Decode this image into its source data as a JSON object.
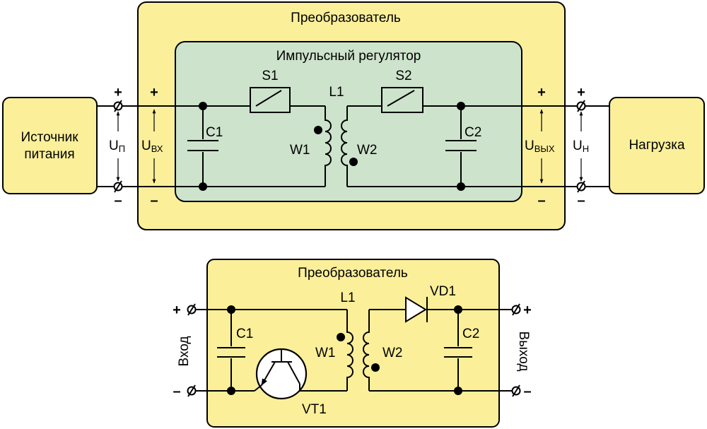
{
  "top": {
    "source_line1": "Источник",
    "source_line2": "питания",
    "converter_title": "Преобразователь",
    "regulator_title": "Импульсный регулятор",
    "load": "Нагрузка",
    "s1": "S1",
    "s2": "S2",
    "l1": "L1",
    "c1": "C1",
    "c2": "C2",
    "w1": "W1",
    "w2": "W2",
    "up_main": "U",
    "up_sub": "П",
    "uin_main": "U",
    "uin_sub": "ВХ",
    "uout_main": "U",
    "uout_sub": "ВЫХ",
    "un_main": "U",
    "un_sub": "Н",
    "plus": "+",
    "minus": "–"
  },
  "bottom": {
    "converter_title": "Преобразователь",
    "l1": "L1",
    "vd1": "VD1",
    "c1": "C1",
    "c2": "C2",
    "w1": "W1",
    "w2": "W2",
    "vt1": "VT1",
    "input": "Вход",
    "output": "Выход",
    "plus": "+",
    "minus": "–"
  }
}
